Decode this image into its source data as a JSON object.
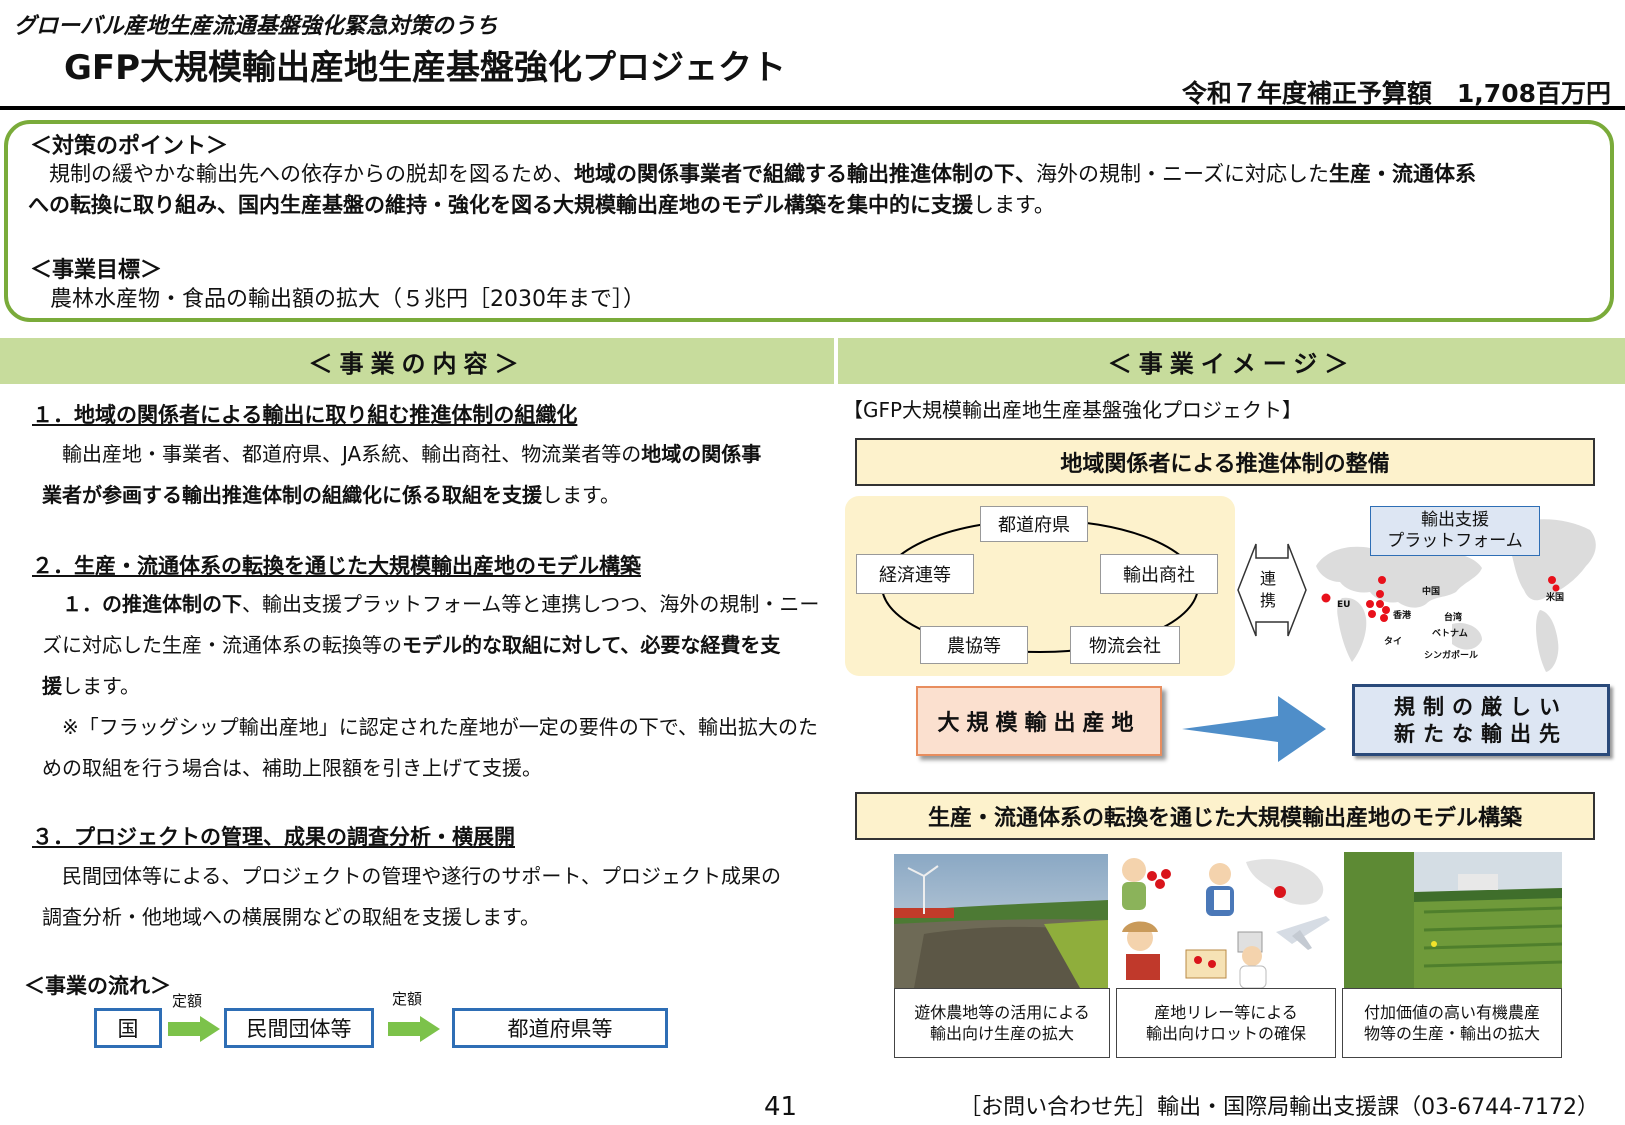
{
  "header": {
    "subtitle": "グローバル産地生産流通基盤強化緊急対策のうち",
    "title": "GFP大規模輸出産地生産基盤強化プロジェクト",
    "budget": "令和７年度補正予算額　1,708百万円"
  },
  "points": {
    "heading": "＜対策のポイント＞",
    "line1": {
      "a": "　規制の緩やかな輸出先への依存からの脱却を図るため、",
      "b": "地域の関係事業者で組織する輸出推進体制の下、",
      "c": "海外の規制・ニーズに対応した",
      "d": "生産・流通体系"
    },
    "line2": {
      "a": "への転換に取り組み、国内生産基盤の維持・強化を図る大規模輸出産地のモデル構築を集中的に支援",
      "b": "します。"
    },
    "goal_heading": "＜事業目標＞",
    "goal_text": "　農林水産物・食品の輸出額の拡大（５兆円［2030年まで］）"
  },
  "left": {
    "band": "＜事業の内容＞",
    "s1": {
      "title": "１．地域の関係者による輸出に取り組む推進体制の組織化",
      "l1a": "　輸出産地・事業者、都道府県、JA系統、輸出商社、物流業者等の",
      "l1b": "地域の関係事",
      "l2a": "業者が参画する輸出推進体制の組織化に係る取組を支援",
      "l2b": "します。"
    },
    "s2": {
      "title": "２．生産・流通体系の転換を通じた大規模輸出産地のモデル構築",
      "l1a": "１．の推進体制の下",
      "l1b": "、輸出支援プラットフォーム等と連携しつつ、海外の規制・ニー",
      "l2a": "ズに対応した生産・流通体系の転換等の",
      "l2b": "モデル的な取組に対して、必要な経費を支",
      "l3a": "援",
      "l3b": "します。",
      "n1": "※「フラッグシップ輸出産地」に認定された産地が一定の要件の下で、輸出拡大のた",
      "n2": "めの取組を行う場合は、補助上限額を引き上げて支援。"
    },
    "s3": {
      "title": "３．プロジェクトの管理、成果の調査分析・横展開",
      "l1": "　民間団体等による、プロジェクトの管理や遂行のサポート、プロジェクト成果の",
      "l2": "調査分析・他地域への横展開などの取組を支援します。"
    },
    "flow": {
      "heading": "＜事業の流れ＞",
      "label1": "定額",
      "label2": "定額",
      "box1": "国",
      "box2": "民間団体等",
      "box3": "都道府県等"
    }
  },
  "right": {
    "band": "＜事業イメージ＞",
    "project_label": "【GFP大規模輸出産地生産基盤強化プロジェクト】",
    "bar1": "地域関係者による推進体制の整備",
    "nodes": {
      "pref": "都道府県",
      "econ": "経済連等",
      "trade": "輸出商社",
      "ja": "農協等",
      "logi": "物流会社"
    },
    "link": [
      "連",
      "携"
    ],
    "platform": [
      "輸出支援",
      "プラットフォーム"
    ],
    "map_labels": {
      "eu": "EU",
      "china": "中国",
      "us": "米国",
      "hk": "香港",
      "tw": "台湾",
      "th": "タイ",
      "vn": "ベトナム",
      "sg": "シンガポール"
    },
    "big_area": "大規模輸出産地",
    "strict": [
      "規制の厳しい",
      "新たな輸出先"
    ],
    "bar2": "生産・流通体系の転換を通じた大規模輸出産地のモデル構築",
    "captions": [
      [
        "遊休農地等の活用による",
        "輸出向け生産の拡大"
      ],
      [
        "産地リレー等による",
        "輸出向けロットの確保"
      ],
      [
        "付加価値の高い有機農産",
        "物等の生産・輸出の拡大"
      ]
    ]
  },
  "footer": {
    "page": "41",
    "contact": "［お問い合わせ先］輸出・国際局輸出支援課（03-6744-7172）"
  },
  "colors": {
    "green": "#7aab3a",
    "band": "#c7dc9c",
    "blue": "#2e6eb5",
    "cream": "#fdf2cc"
  }
}
